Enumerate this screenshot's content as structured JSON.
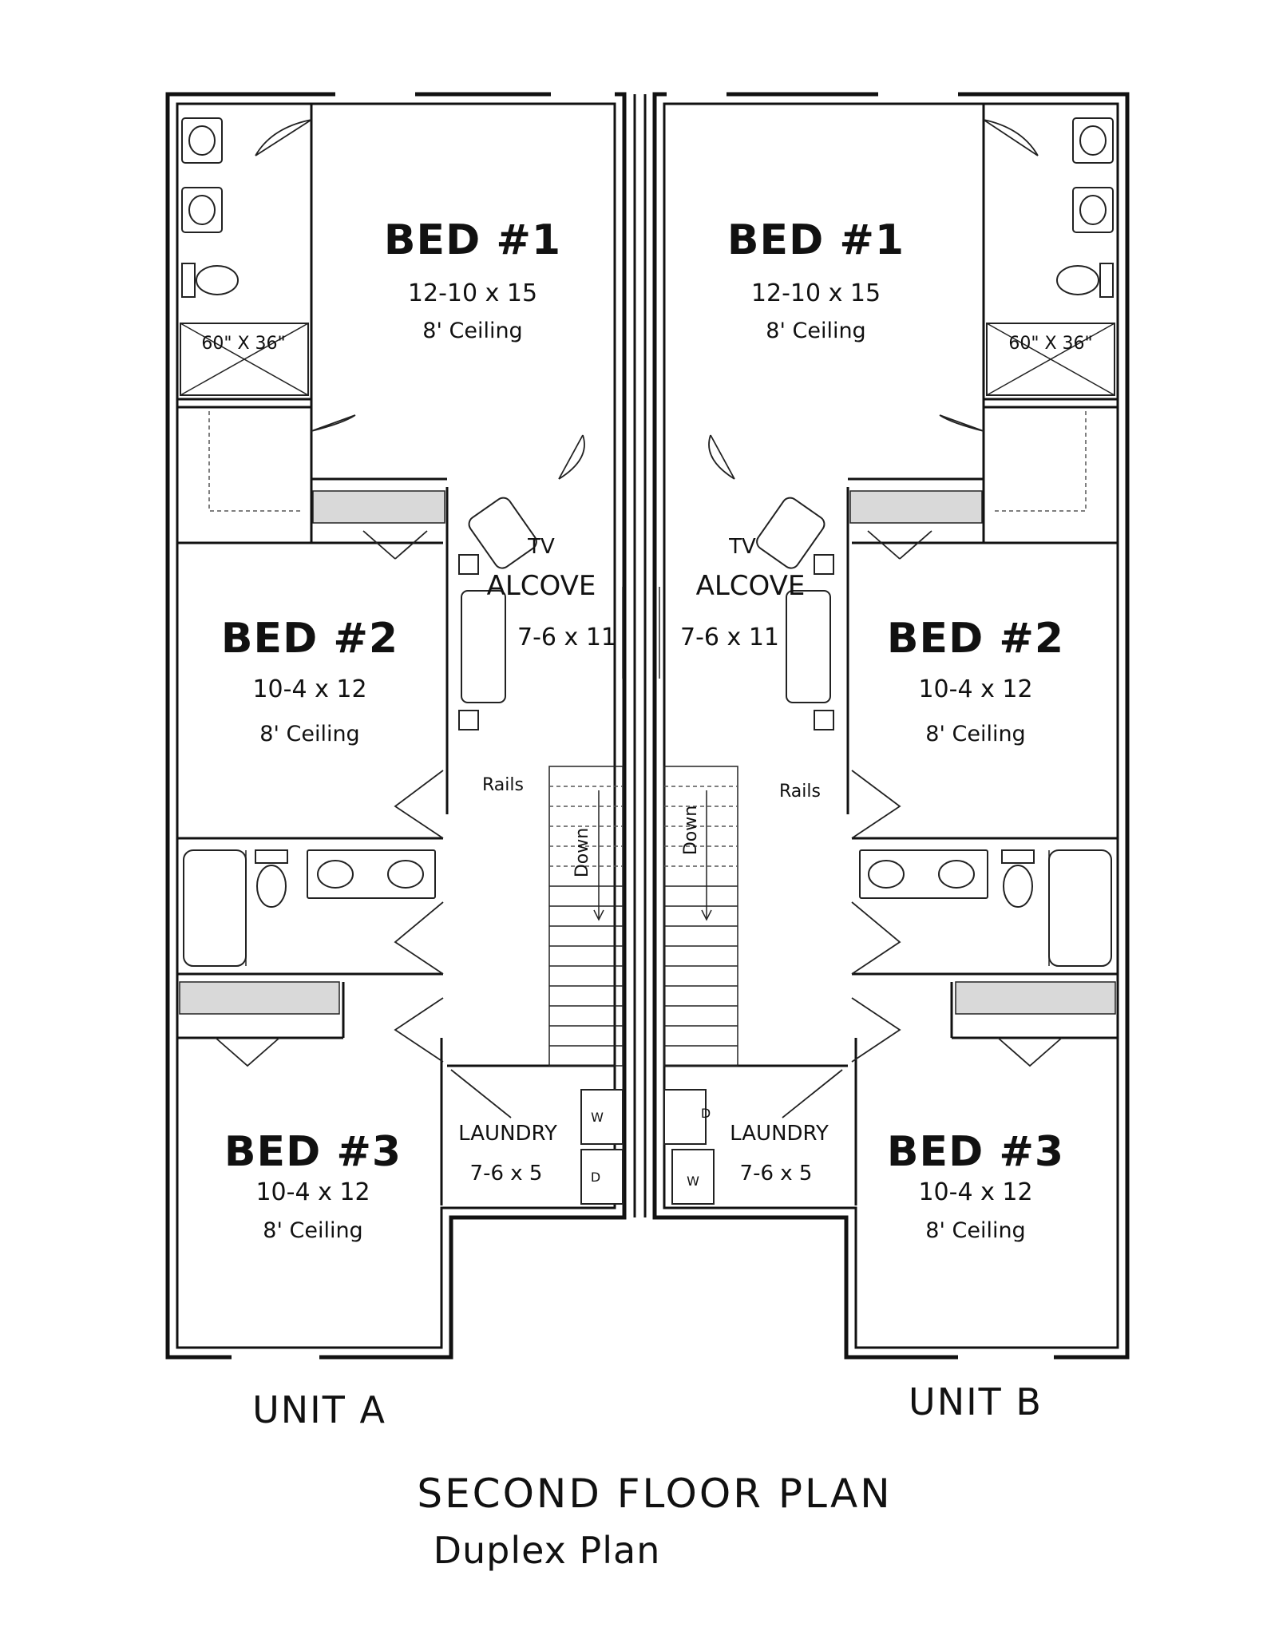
{
  "title": "SECOND FLOOR PLAN",
  "subtitle": "Duplex Plan",
  "units": [
    {
      "label": "UNIT A",
      "bed1": {
        "name": "BED #1",
        "dims": "12-10 x 15",
        "ceiling": "8' Ceiling"
      },
      "bed2": {
        "name": "BED #2",
        "dims": "10-4 x 12",
        "ceiling": "8' Ceiling"
      },
      "bed3": {
        "name": "BED #3",
        "dims": "10-4 x 12",
        "ceiling": "8' Ceiling"
      },
      "tv_alcove": {
        "line1": "TV",
        "line2": "ALCOVE",
        "dims": "7-6 x 11"
      },
      "laundry": {
        "name": "LAUNDRY",
        "dims": "7-6 x 5"
      },
      "shower": "60\" X 36\"",
      "rails": "Rails",
      "stairs": "Down",
      "washer": "W",
      "dryer": "D"
    },
    {
      "label": "UNIT B",
      "bed1": {
        "name": "BED #1",
        "dims": "12-10 x 15",
        "ceiling": "8' Ceiling"
      },
      "bed2": {
        "name": "BED #2",
        "dims": "10-4 x 12",
        "ceiling": "8' Ceiling"
      },
      "bed3": {
        "name": "BED #3",
        "dims": "10-4 x 12",
        "ceiling": "8' Ceiling"
      },
      "tv_alcove": {
        "line1": "TV",
        "line2": "ALCOVE",
        "dims": "7-6 x 11"
      },
      "laundry": {
        "name": "LAUNDRY",
        "dims": "7-6 x 5"
      },
      "shower": "60\" X 36\"",
      "rails": "Rails",
      "stairs": "Down",
      "washer": "W",
      "dryer": "D"
    }
  ]
}
